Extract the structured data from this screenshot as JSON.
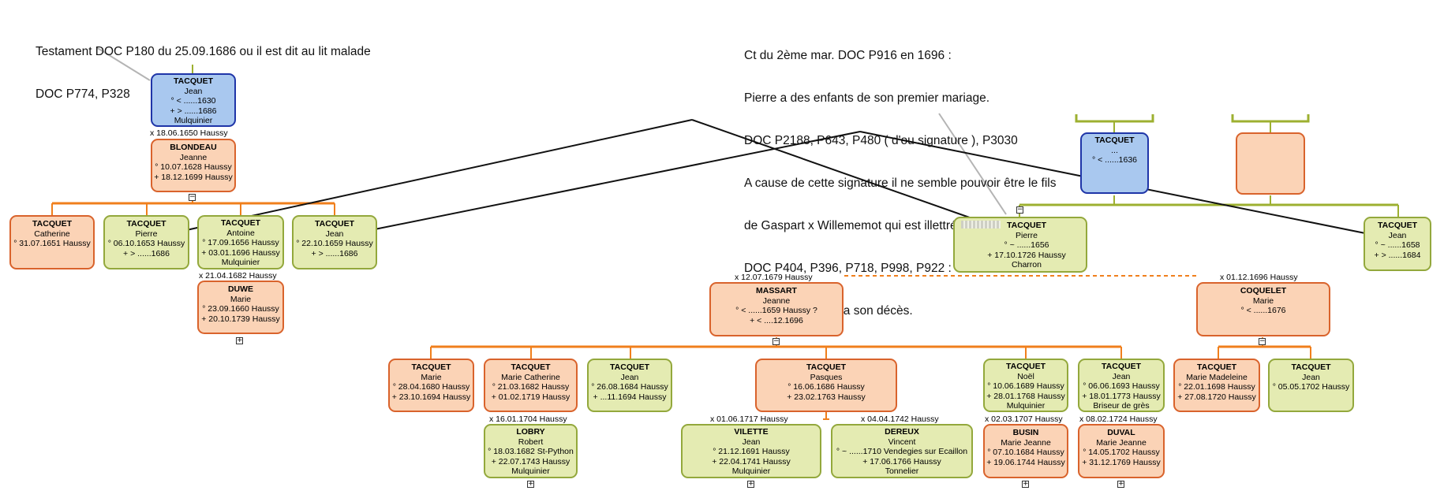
{
  "notes": {
    "testament": {
      "lines": [
        "Testament DOC P180 du 25.09.1686 ou il est dit au lit malade",
        "DOC P774, P328"
      ]
    },
    "contract": {
      "lines": [
        "Ct du 2ème mar. DOC P916 en 1696 :",
        "Pierre a des enfants de son premier mariage.",
        "DOC P2188, P643, P480 ( d'ou signature ), P3030",
        "A cause de cette signature il ne semble pouvoir être le fils",
        "de Gaspart x Willememot qui est illettré en 1677",
        "DOC P404, P396, P718, P998, P922 : cousin de Simon",
        "Dit agé de 70 ans a son décès."
      ]
    }
  },
  "persons": {
    "jean_1630": {
      "surname": "TACQUET",
      "lines": [
        "Jean",
        "° < ......1630",
        "+ > ......1686",
        "Mulquinier"
      ],
      "color": "blue"
    },
    "jeanne_blondeau": {
      "surname": "BLONDEAU",
      "lines": [
        "Jeanne",
        "° 10.07.1628 Haussy",
        "+ 18.12.1699 Haussy"
      ],
      "color": "salmon"
    },
    "catherine": {
      "surname": "TACQUET",
      "lines": [
        "Catherine",
        "° 31.07.1651 Haussy"
      ],
      "color": "salmon"
    },
    "pierre_1653": {
      "surname": "TACQUET",
      "lines": [
        "Pierre",
        "° 06.10.1653 Haussy",
        "+ > ......1686"
      ],
      "color": "green"
    },
    "antoine": {
      "surname": "TACQUET",
      "lines": [
        "Antoine",
        "° 17.09.1656 Haussy",
        "+ 03.01.1696 Haussy",
        "Mulquinier"
      ],
      "color": "green"
    },
    "jean_1659": {
      "surname": "TACQUET",
      "lines": [
        "Jean",
        "° 22.10.1659 Haussy",
        "+ > ......1686"
      ],
      "color": "green"
    },
    "marie_duwe": {
      "surname": "DUWE",
      "lines": [
        "Marie",
        "° 23.09.1660 Haussy",
        "+ 20.10.1739 Haussy"
      ],
      "color": "salmon"
    },
    "tacquet_1636": {
      "surname": "TACQUET",
      "lines": [
        "...",
        "° < ......1636"
      ],
      "color": "blue"
    },
    "unknown": {
      "surname": "",
      "lines": [],
      "color": "salmon"
    },
    "pierre_1656": {
      "surname": "TACQUET",
      "lines": [
        "Pierre",
        "° ~ ......1656",
        "+ 17.10.1726 Haussy",
        "Charron"
      ],
      "color": "green"
    },
    "jean_1658": {
      "surname": "TACQUET",
      "lines": [
        "Jean",
        "° ~ ......1658",
        "+ > ......1684"
      ],
      "color": "green"
    },
    "jeanne_massart": {
      "surname": "MASSART",
      "lines": [
        "Jeanne",
        "° < ......1659 Haussy ?",
        "+ < ....12.1696"
      ],
      "color": "salmon"
    },
    "marie_coquelet": {
      "surname": "COQUELET",
      "lines": [
        "Marie",
        "° < ......1676"
      ],
      "color": "salmon"
    },
    "marie_1680": {
      "surname": "TACQUET",
      "lines": [
        "Marie",
        "° 28.04.1680 Haussy",
        "+ 23.10.1694 Haussy"
      ],
      "color": "salmon"
    },
    "marie_catherine": {
      "surname": "TACQUET",
      "lines": [
        "Marie Catherine",
        "° 21.03.1682 Haussy",
        "+ 01.02.1719 Haussy"
      ],
      "color": "salmon"
    },
    "jean_1684": {
      "surname": "TACQUET",
      "lines": [
        "Jean",
        "° 26.08.1684 Haussy",
        "+ ...11.1694 Haussy"
      ],
      "color": "green"
    },
    "pasques": {
      "surname": "TACQUET",
      "lines": [
        "Pasques",
        "° 16.06.1686 Haussy",
        "+ 23.02.1763 Haussy"
      ],
      "color": "salmon"
    },
    "noel": {
      "surname": "TACQUET",
      "lines": [
        "Noël",
        "° 10.06.1689 Haussy",
        "+ 28.01.1768 Haussy",
        "Mulquinier"
      ],
      "color": "green"
    },
    "jean_1693": {
      "surname": "TACQUET",
      "lines": [
        "Jean",
        "° 06.06.1693 Haussy",
        "+ 18.01.1773 Haussy",
        "Briseur de grès"
      ],
      "color": "green"
    },
    "marie_madeleine": {
      "surname": "TACQUET",
      "lines": [
        "Marie Madeleine",
        "° 22.01.1698 Haussy",
        "+ 27.08.1720 Haussy"
      ],
      "color": "salmon"
    },
    "jean_1702": {
      "surname": "TACQUET",
      "lines": [
        "Jean",
        "° 05.05.1702 Haussy"
      ],
      "color": "green"
    },
    "robert_lobry": {
      "surname": "LOBRY",
      "lines": [
        "Robert",
        "° 18.03.1682 St-Python",
        "+ 22.07.1743 Haussy",
        "Mulquinier"
      ],
      "color": "green"
    },
    "jean_vilette": {
      "surname": "VILETTE",
      "lines": [
        "Jean",
        "° 21.12.1691 Haussy",
        "+ 22.04.1741 Haussy",
        "Mulquinier"
      ],
      "color": "green"
    },
    "vincent_dereux": {
      "surname": "DEREUX",
      "lines": [
        "Vincent",
        "° ~ ......1710 Vendegies sur Ecaillon",
        "+ 17.06.1766 Haussy",
        "Tonnelier"
      ],
      "color": "green"
    },
    "marie_jeanne_busin": {
      "surname": "BUSIN",
      "lines": [
        "Marie Jeanne",
        "° 07.10.1684 Haussy",
        "+ 19.06.1744 Haussy"
      ],
      "color": "salmon"
    },
    "marie_jeanne_duval": {
      "surname": "DUVAL",
      "lines": [
        "Marie Jeanne",
        "° 14.05.1702 Haussy",
        "+ 31.12.1769 Haussy"
      ],
      "color": "salmon"
    }
  },
  "marriages": {
    "m1650": "x 18.06.1650 Haussy",
    "m1682": "x 21.04.1682 Haussy",
    "m1679": "x 12.07.1679 Haussy",
    "m1696": "x 01.12.1696 Haussy",
    "m1704": "x 16.01.1704 Haussy",
    "m1717": "x 01.06.1717 Haussy",
    "m1742": "x 04.04.1742 Haussy",
    "m1707": "x 02.03.1707 Haussy",
    "m1724": "x 08.02.1724 Haussy"
  },
  "toggles": {
    "collapse": "−",
    "expand": "+"
  },
  "colors": {
    "blue": "#a9c8ef",
    "salmon": "#fbd3b6",
    "green": "#e4ebb2",
    "orange_line": "#f07f1c",
    "olive_line": "#9db030"
  }
}
